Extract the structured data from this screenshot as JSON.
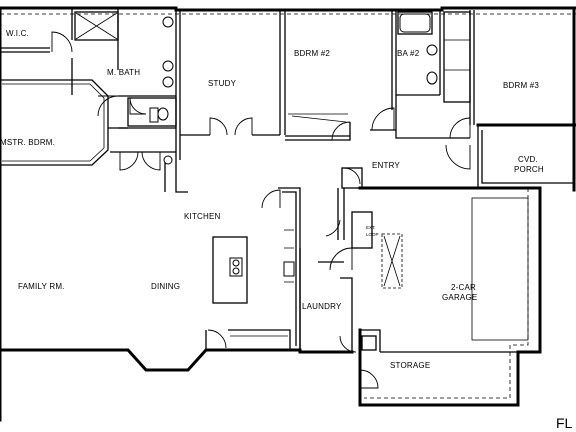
{
  "rooms": {
    "wic": "W.I.C.",
    "m_bath": "M. BATH",
    "study": "STUDY",
    "bdrm2": "BDRM #2",
    "ba2": "BA #2",
    "bdrm3": "BDRM #3",
    "mstr_bdrm": "MSTR. BDRM.",
    "entry": "ENTRY",
    "cvd_porch_line1": "CVD.",
    "cvd_porch_line2": "PORCH",
    "kitchen": "KITCHEN",
    "family_rm": "FAMILY RM.",
    "dining": "DINING",
    "laundry": "LAUNDRY",
    "garage_line1": "2-CAR",
    "garage_line2": "GARAGE",
    "storage": "STORAGE",
    "stair_note_line1": "EXT.",
    "stair_note_line2": "LOOP"
  },
  "sheet_label": "FL"
}
